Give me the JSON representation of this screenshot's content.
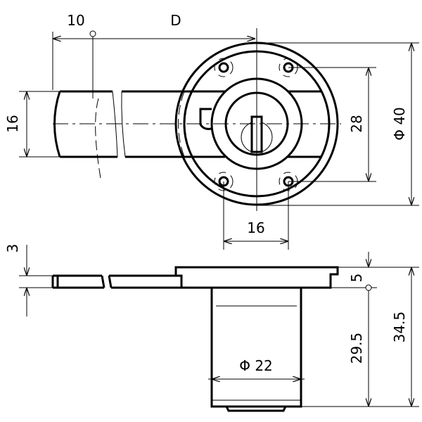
{
  "title": "Drawer lock technical drawing",
  "colors": {
    "line": "#000000",
    "background": "#ffffff"
  },
  "top_view": {
    "dimensions": {
      "offset": "10",
      "depth": "D",
      "bar_width": "16",
      "hole_spacing_vertical": "28",
      "flange_diameter": "Φ 40",
      "hole_spacing_horizontal": "16"
    }
  },
  "side_view": {
    "dimensions": {
      "bar_thickness": "3",
      "flange_thickness": "5",
      "body_length": "29.5",
      "total_length": "34.5",
      "body_diameter": "Φ 22"
    }
  }
}
